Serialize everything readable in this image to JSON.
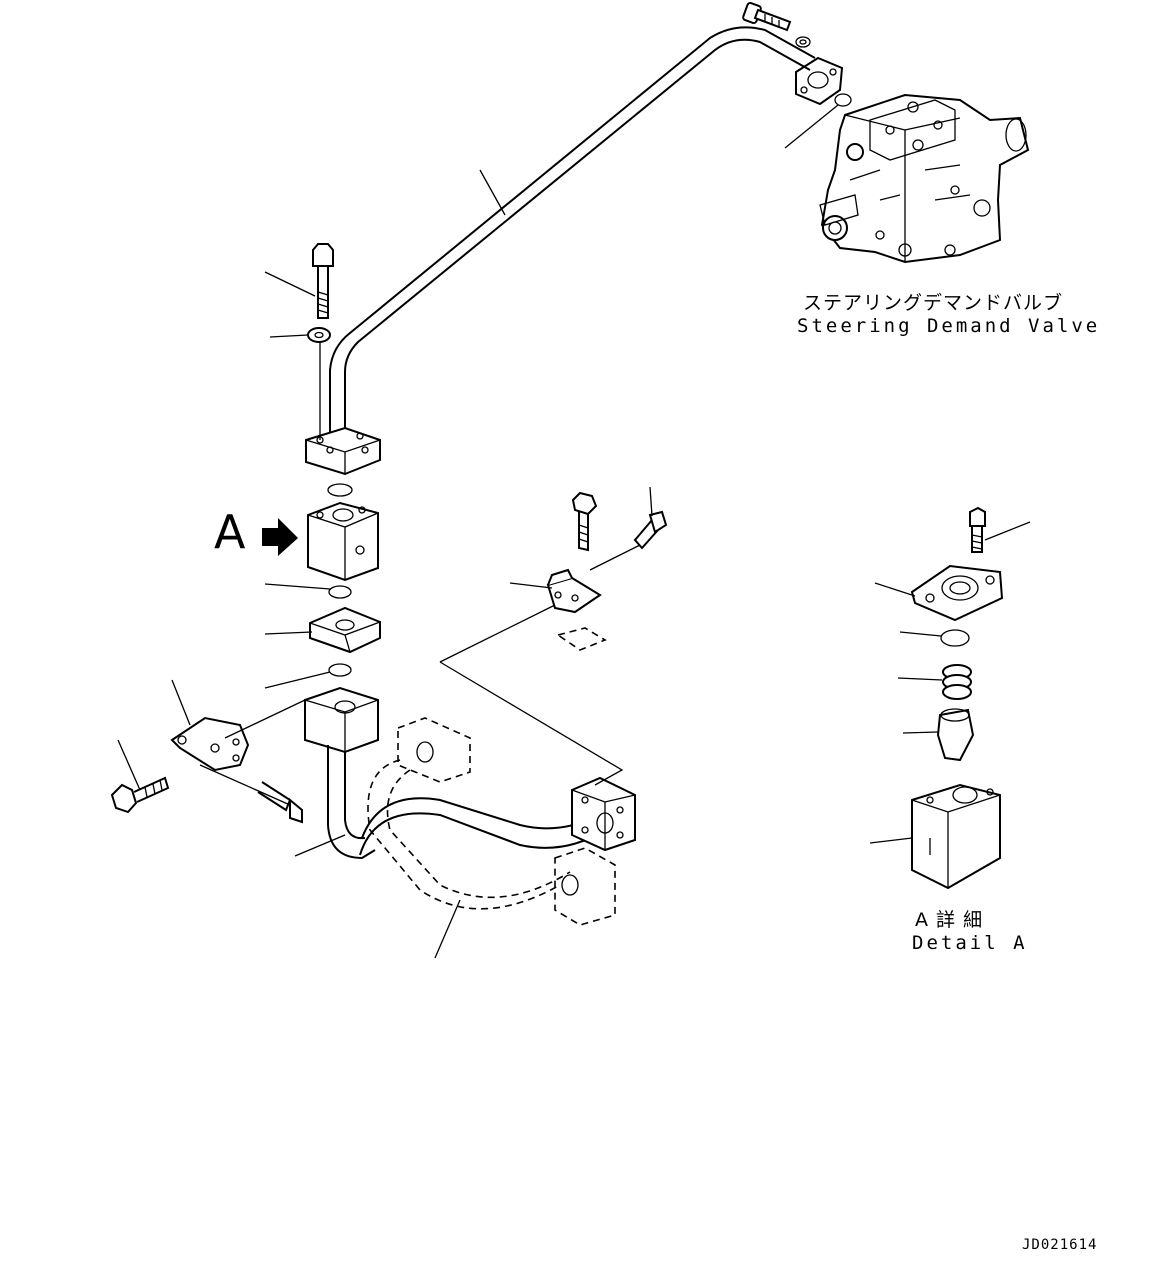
{
  "labels": {
    "valve_jp": "ステアリングデマンドバルブ",
    "valve_en": "Steering Demand Valve",
    "view_marker": "A",
    "detail_jp": "A 詳 細",
    "detail_en": "Detail A",
    "drawing_code": "JD021614"
  }
}
